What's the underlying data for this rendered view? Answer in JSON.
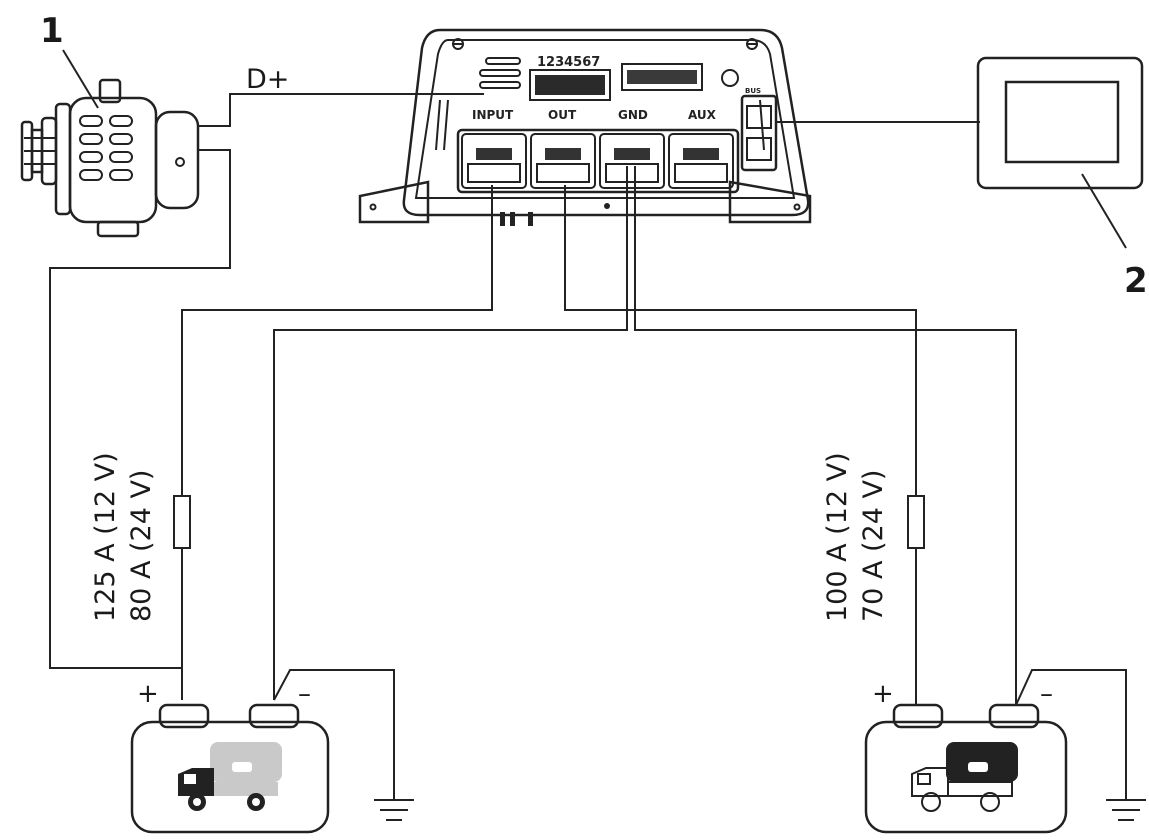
{
  "callouts": {
    "alternator": "1",
    "remote_display": "2"
  },
  "labels": {
    "d_plus": "D+"
  },
  "charger": {
    "ports": [
      "INPUT",
      "OUT",
      "GND",
      "AUX"
    ],
    "dip_numbers": "1234567",
    "bus_label": "BUS"
  },
  "fuses": {
    "left": {
      "line1": "125 A (12 V)",
      "line2": "80 A (24 V)"
    },
    "right": {
      "line1": "100 A (12 V)",
      "line2": "70 A (24 V)"
    }
  },
  "polarity": {
    "plus": "+",
    "minus": "–"
  },
  "icons": {
    "alternator": "alternator-icon",
    "charger": "dc-dc-charger-icon",
    "display": "remote-display-icon",
    "starter_battery": "starter-battery-icon",
    "leisure_battery": "leisure-battery-icon",
    "ground": "ground-icon",
    "fuse": "fuse-icon"
  }
}
